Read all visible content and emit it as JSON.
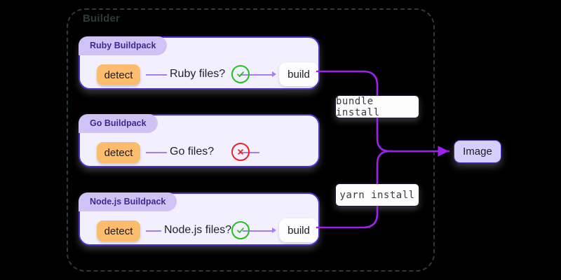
{
  "builder": {
    "label": "Builder"
  },
  "buildpacks": [
    {
      "title": "Ruby Buildpack",
      "detect_label": "detect",
      "question": "Ruby files?",
      "status": "check",
      "status_icon": "check-circle-icon",
      "build_label": "build",
      "command": "bundle install"
    },
    {
      "title": "Go Buildpack",
      "detect_label": "detect",
      "question": "Go files?",
      "status": "cross",
      "status_icon": "x-circle-icon",
      "build_label": "",
      "command": ""
    },
    {
      "title": "Node.js Buildpack",
      "detect_label": "detect",
      "question": "Node.js files?",
      "status": "check",
      "status_icon": "check-circle-icon",
      "build_label": "build",
      "command": "yarn install"
    }
  ],
  "commands": {
    "bundle": "bundle install",
    "yarn": "yarn install"
  },
  "output": {
    "label": "Image"
  },
  "colors": {
    "background": "#000000",
    "card_fill": "#f2f0fe",
    "card_border": "#4f31c9",
    "card_header_fill": "#cfc3f6",
    "card_header_text": "#3c2b8f",
    "detect_chip": "#fbbd6d",
    "build_chip": "#fdfdff",
    "edge": "#a020f0",
    "connector": "#a77cf0",
    "success": "#22c11e",
    "failure": "#ef2020",
    "image_fill": "#d6cefb",
    "builder_border": "#2e3b3b",
    "builder_label": "#2f3a3a"
  }
}
